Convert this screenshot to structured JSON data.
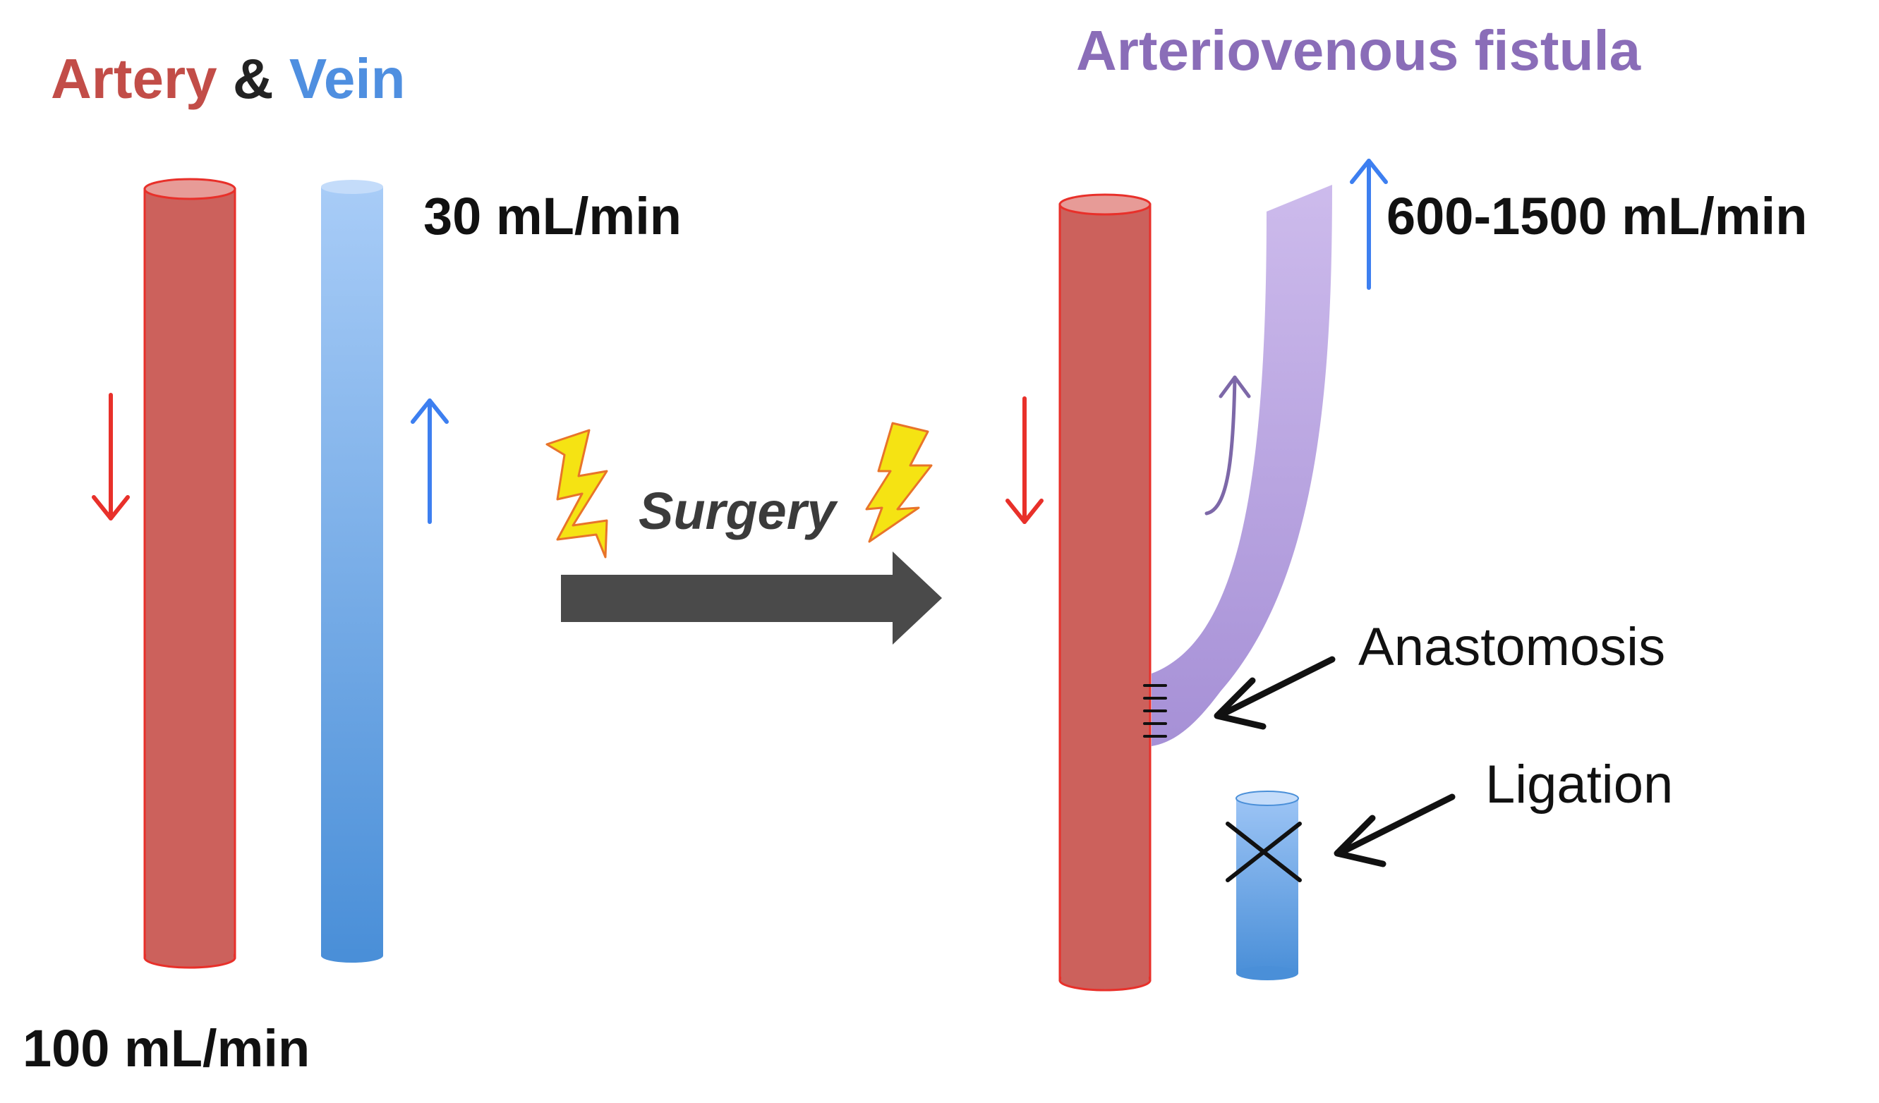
{
  "title_left": {
    "artery": "Artery",
    "amp": "&",
    "vein": "Vein"
  },
  "title_right": "Arteriovenous fistula",
  "flows": {
    "vein_normal": "30 mL/min",
    "artery_normal": "100 mL/min",
    "fistula": "600-1500 mL/min"
  },
  "procedure": "Surgery",
  "callouts": {
    "anastomosis": "Anastomosis",
    "ligation": "Ligation"
  },
  "colors": {
    "artery": "#cc615c",
    "artery_outline": "#e8302a",
    "vein_top": "#a8ccf7",
    "vein_bottom": "#4a8fd8",
    "fistula": "#b8a2de",
    "title_artery": "#c24d48",
    "title_vein": "#4f8fe0",
    "title_fistula": "#8a6db8",
    "arrow_red": "#e8302a",
    "arrow_blue": "#3d7ff0",
    "arrow_purple": "#7d68a8",
    "big_arrow": "#4a4a4a",
    "bolt_fill": "#f5e313",
    "bolt_outline": "#e8742a"
  },
  "icons": [
    "lightning-bolt-icon",
    "cross-mark-icon",
    "flow-arrow-icon"
  ]
}
